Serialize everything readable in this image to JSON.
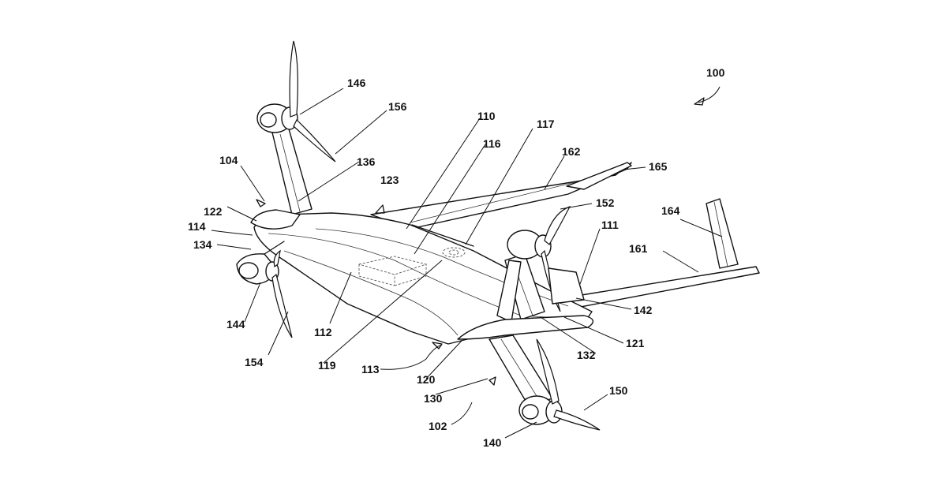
{
  "labels": {
    "l100": "100",
    "l146": "146",
    "l156": "156",
    "l110": "110",
    "l117": "117",
    "l116": "116",
    "l104": "104",
    "l136": "136",
    "l123": "123",
    "l162": "162",
    "l165": "165",
    "l152": "152",
    "l122": "122",
    "l164": "164",
    "l114": "114",
    "l111": "111",
    "l134": "134",
    "l161": "161",
    "l142": "142",
    "l144": "144",
    "l112": "112",
    "l121": "121",
    "l132": "132",
    "l154": "154",
    "l119": "119",
    "l113": "113",
    "l120": "120",
    "l150": "150",
    "l130": "130",
    "l102": "102",
    "l140": "140"
  }
}
